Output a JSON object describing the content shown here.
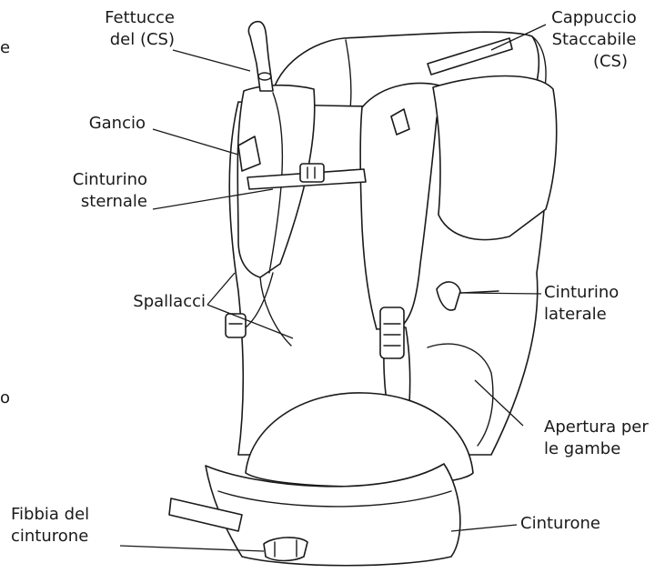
{
  "edge_fragments": {
    "top_left": "e",
    "mid_left": "o"
  },
  "labels": {
    "fettucce": [
      "Fettucce",
      "del (CS)"
    ],
    "cappuccio": [
      "Cappuccio",
      "Staccabile",
      "(CS)"
    ],
    "gancio": "Gancio",
    "cinturino_sternale": [
      "Cinturino",
      "sternale"
    ],
    "spallacci": "Spallacci",
    "cinturino_laterale": [
      "Cinturino",
      "laterale"
    ],
    "apertura": [
      "Apertura per",
      "le gambe"
    ],
    "fibbia": [
      "Fibbia del",
      "cinturone"
    ],
    "cinturone": "Cinturone"
  }
}
